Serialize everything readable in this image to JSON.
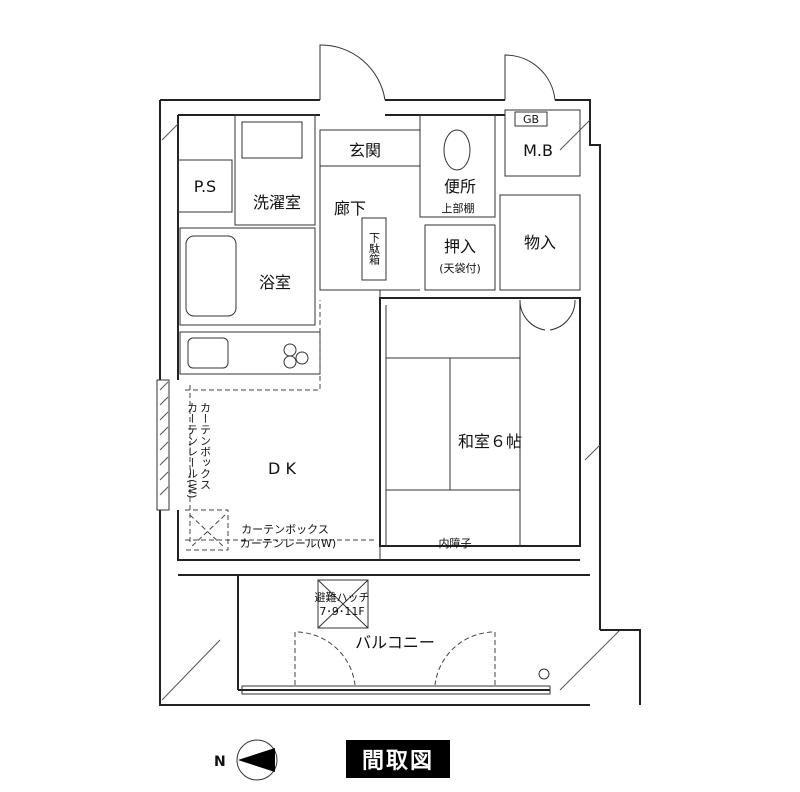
{
  "title": "間取図",
  "compass": {
    "label": "N",
    "direction": "left"
  },
  "rooms": {
    "entrance": "玄関",
    "toilet": "便所",
    "toilet_shelf": "上部棚",
    "laundry": "洗濯室",
    "hallway": "廊下",
    "shoe_box": "下駄箱",
    "closet": "押入",
    "closet_note": "(天袋付)",
    "storage": "物入",
    "bath": "浴室",
    "ps": "P.S",
    "mb": "M.B",
    "gb": "GB",
    "tatami": "和室６帖",
    "dk": "D K",
    "balcony": "バルコニー"
  },
  "annotations": {
    "curtain_box_v": "カーテンボックス",
    "curtain_rail_v": "カーテンレール(W)",
    "curtain_box_h": "カーテンボックス",
    "curtain_rail_h": "カーテンレール(W)",
    "inner_shoji": "内障子",
    "hatch": "避難ハッチ",
    "hatch_floors": "7･9･11F"
  }
}
